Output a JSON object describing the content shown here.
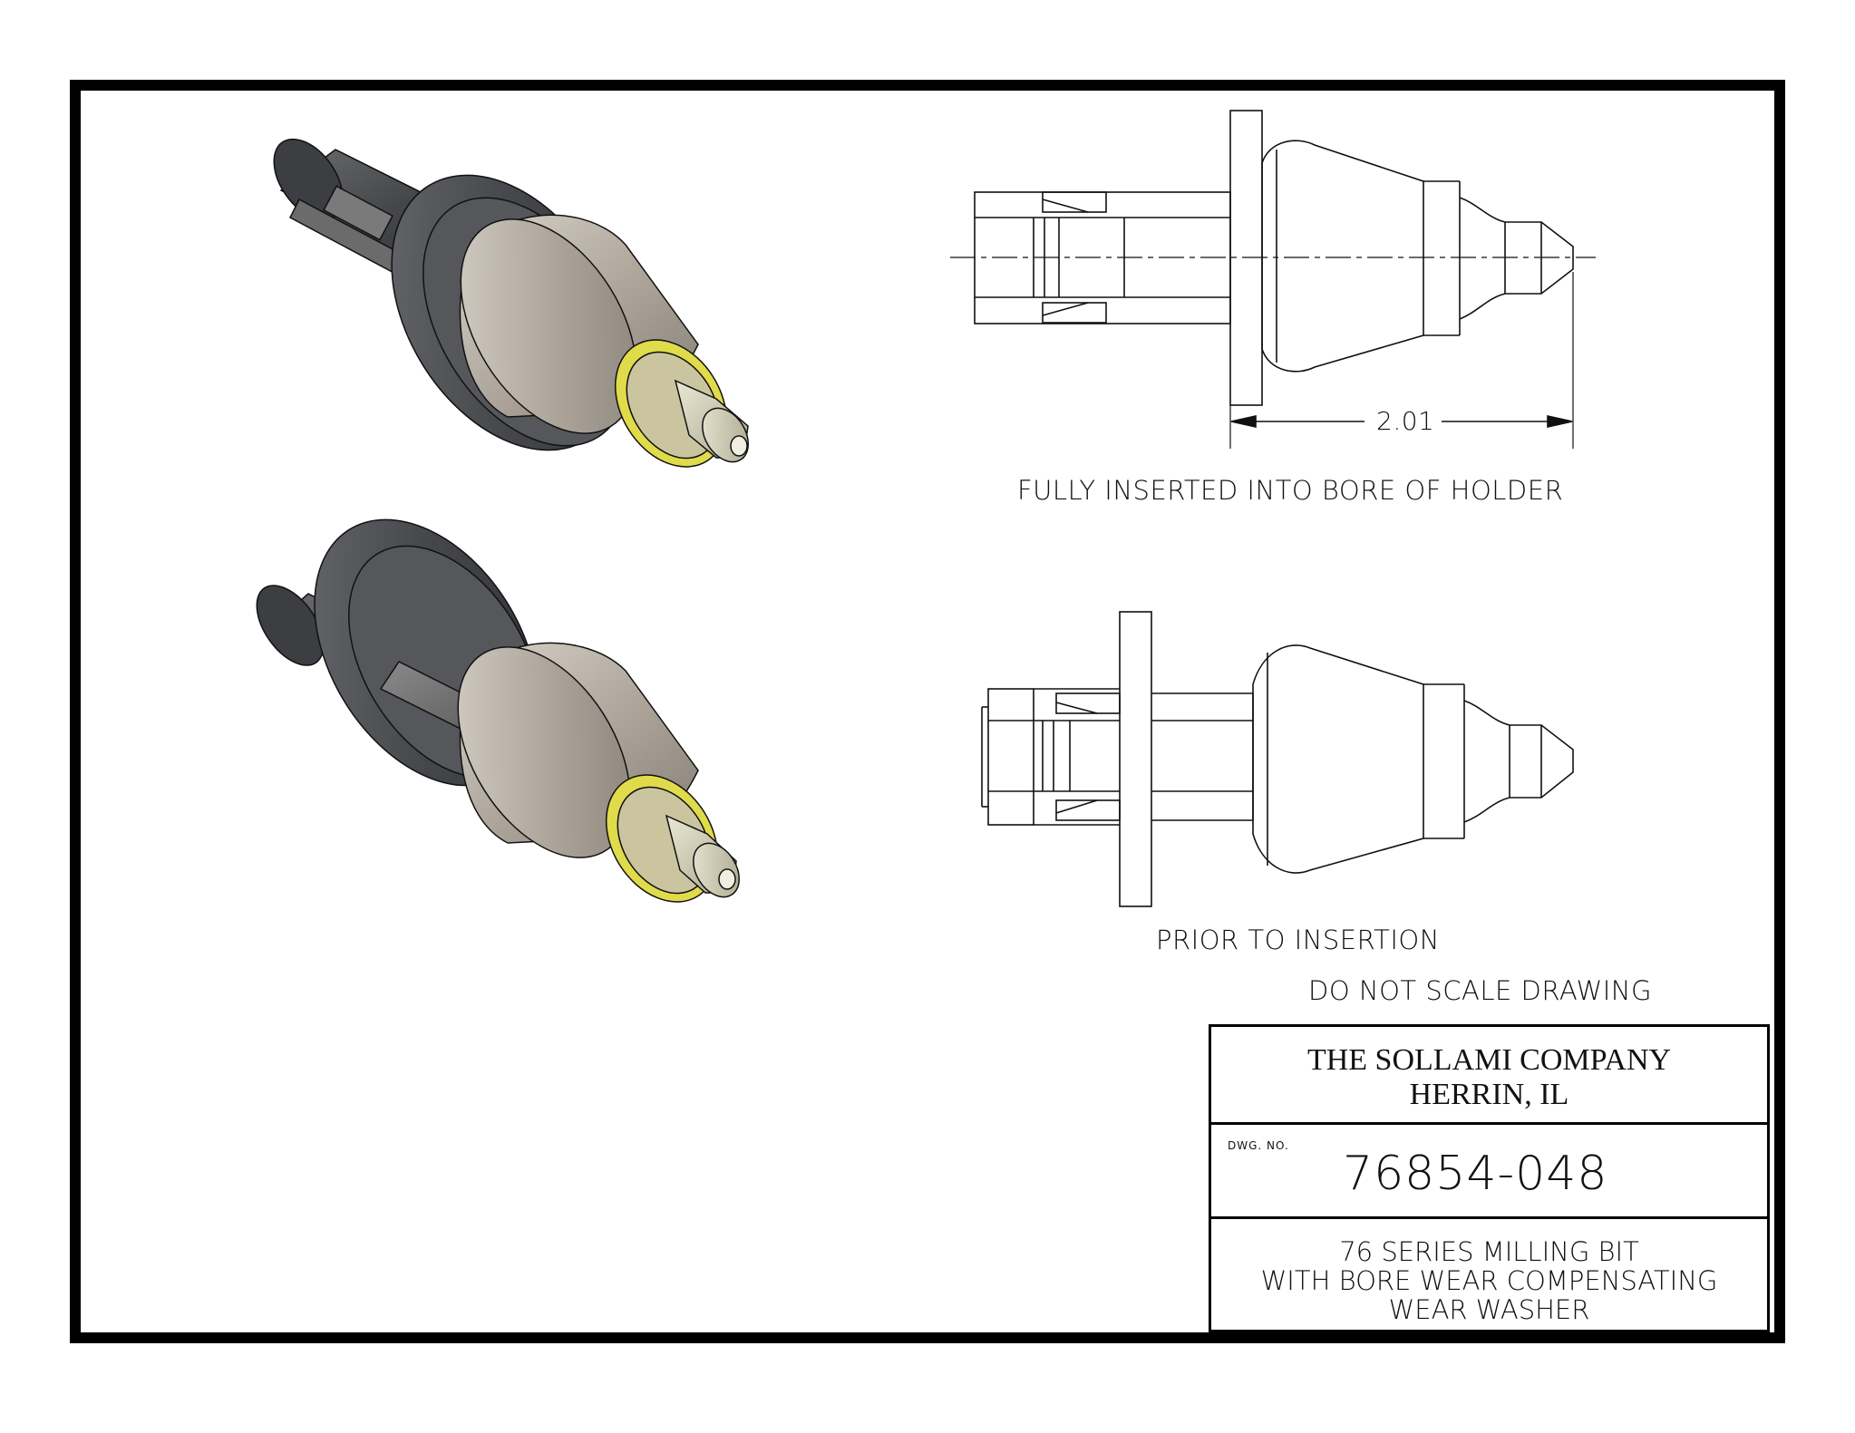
{
  "views": {
    "fully_inserted_label": "FULLY INSERTED INTO BORE OF HOLDER",
    "prior_label": "PRIOR TO INSERTION",
    "dimension": "2.01"
  },
  "notes": {
    "scale_note": "DO NOT SCALE DRAWING"
  },
  "title_block": {
    "company_line1": "THE SOLLAMI COMPANY",
    "company_line2": "HERRIN, IL",
    "dwg_no_label": "DWG. NO.",
    "dwg_no": "76854-048",
    "desc_line1": "76 SERIES MILLING BIT",
    "desc_line2": "WITH BORE WEAR COMPENSATING",
    "desc_line3": "WEAR WASHER"
  },
  "colors": {
    "steel_dark": "#4a4c50",
    "body_tan": "#b9b2a8",
    "washer_yellow": "#d8d23a",
    "tip_cream": "#cfcbb2"
  }
}
